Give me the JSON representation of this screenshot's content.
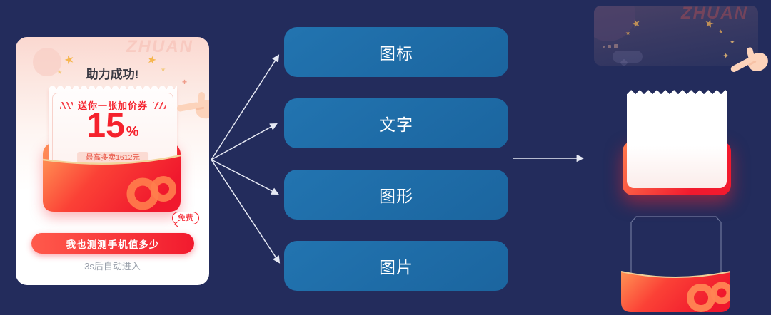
{
  "popup": {
    "watermark": "ZHUAN",
    "title": "助力成功!",
    "coupon": {
      "header": "送你一张加价券",
      "value": "15",
      "unit": "%",
      "note": "最高多卖1612元"
    },
    "free_badge": "免费",
    "cta": "我也测测手机值多少",
    "countdown": "3s后自动进入"
  },
  "categories": [
    {
      "label": "图标"
    },
    {
      "label": "文字"
    },
    {
      "label": "图形"
    },
    {
      "label": "图片"
    }
  ],
  "decomposition": {
    "background_watermark": "ZHUAN"
  },
  "colors": {
    "background": "#232c5c",
    "category_box": "#1f6aa5",
    "accent_red": "#f5222d",
    "envelope_orange": "#ff9058",
    "gold_trim": "#f2d39e",
    "arrow": "#e6e9f4"
  }
}
